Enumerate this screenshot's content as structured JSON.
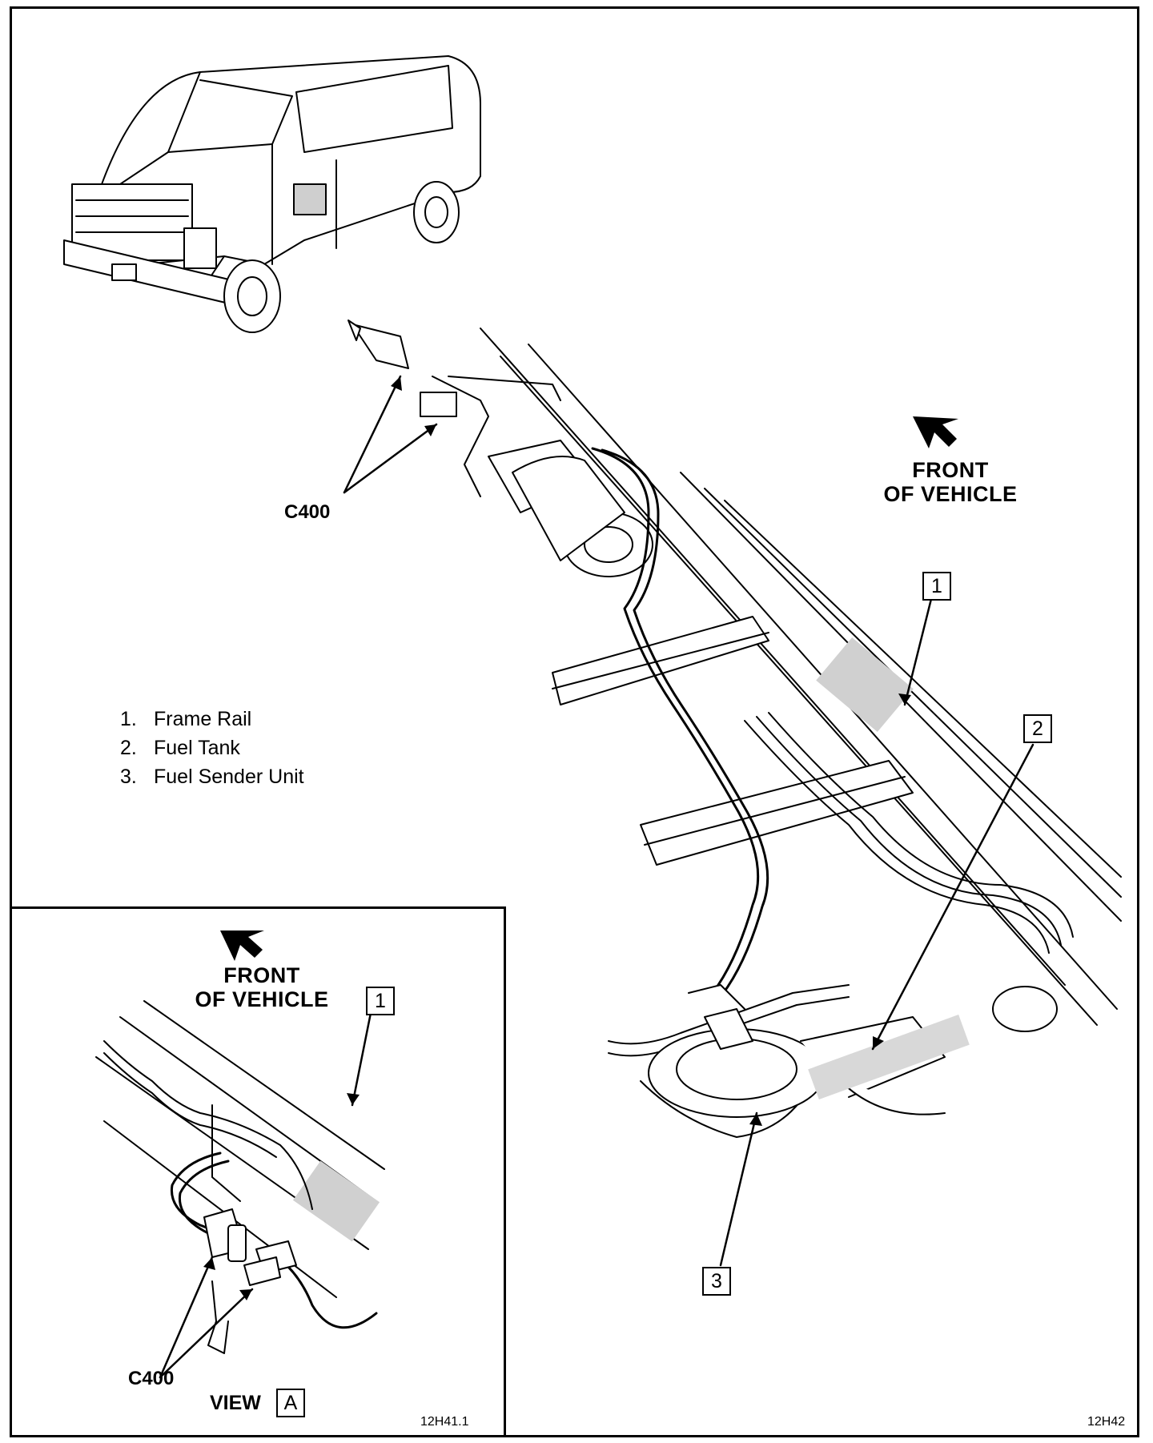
{
  "main_view": {
    "front_label_line1": "FRONT",
    "front_label_line2": "OF VEHICLE",
    "connector_label": "C400",
    "callouts": [
      "1",
      "2",
      "3"
    ],
    "figure_id": "12H42"
  },
  "legend": {
    "items": [
      {
        "num": "1.",
        "text": "Frame Rail"
      },
      {
        "num": "2.",
        "text": "Fuel Tank"
      },
      {
        "num": "3.",
        "text": "Fuel Sender Unit"
      }
    ]
  },
  "inset_view": {
    "front_label_line1": "FRONT",
    "front_label_line2": "OF VEHICLE",
    "callout": "1",
    "connector_label": "C400",
    "view_label": "VIEW",
    "view_letter": "A",
    "figure_id": "12H41.1"
  }
}
